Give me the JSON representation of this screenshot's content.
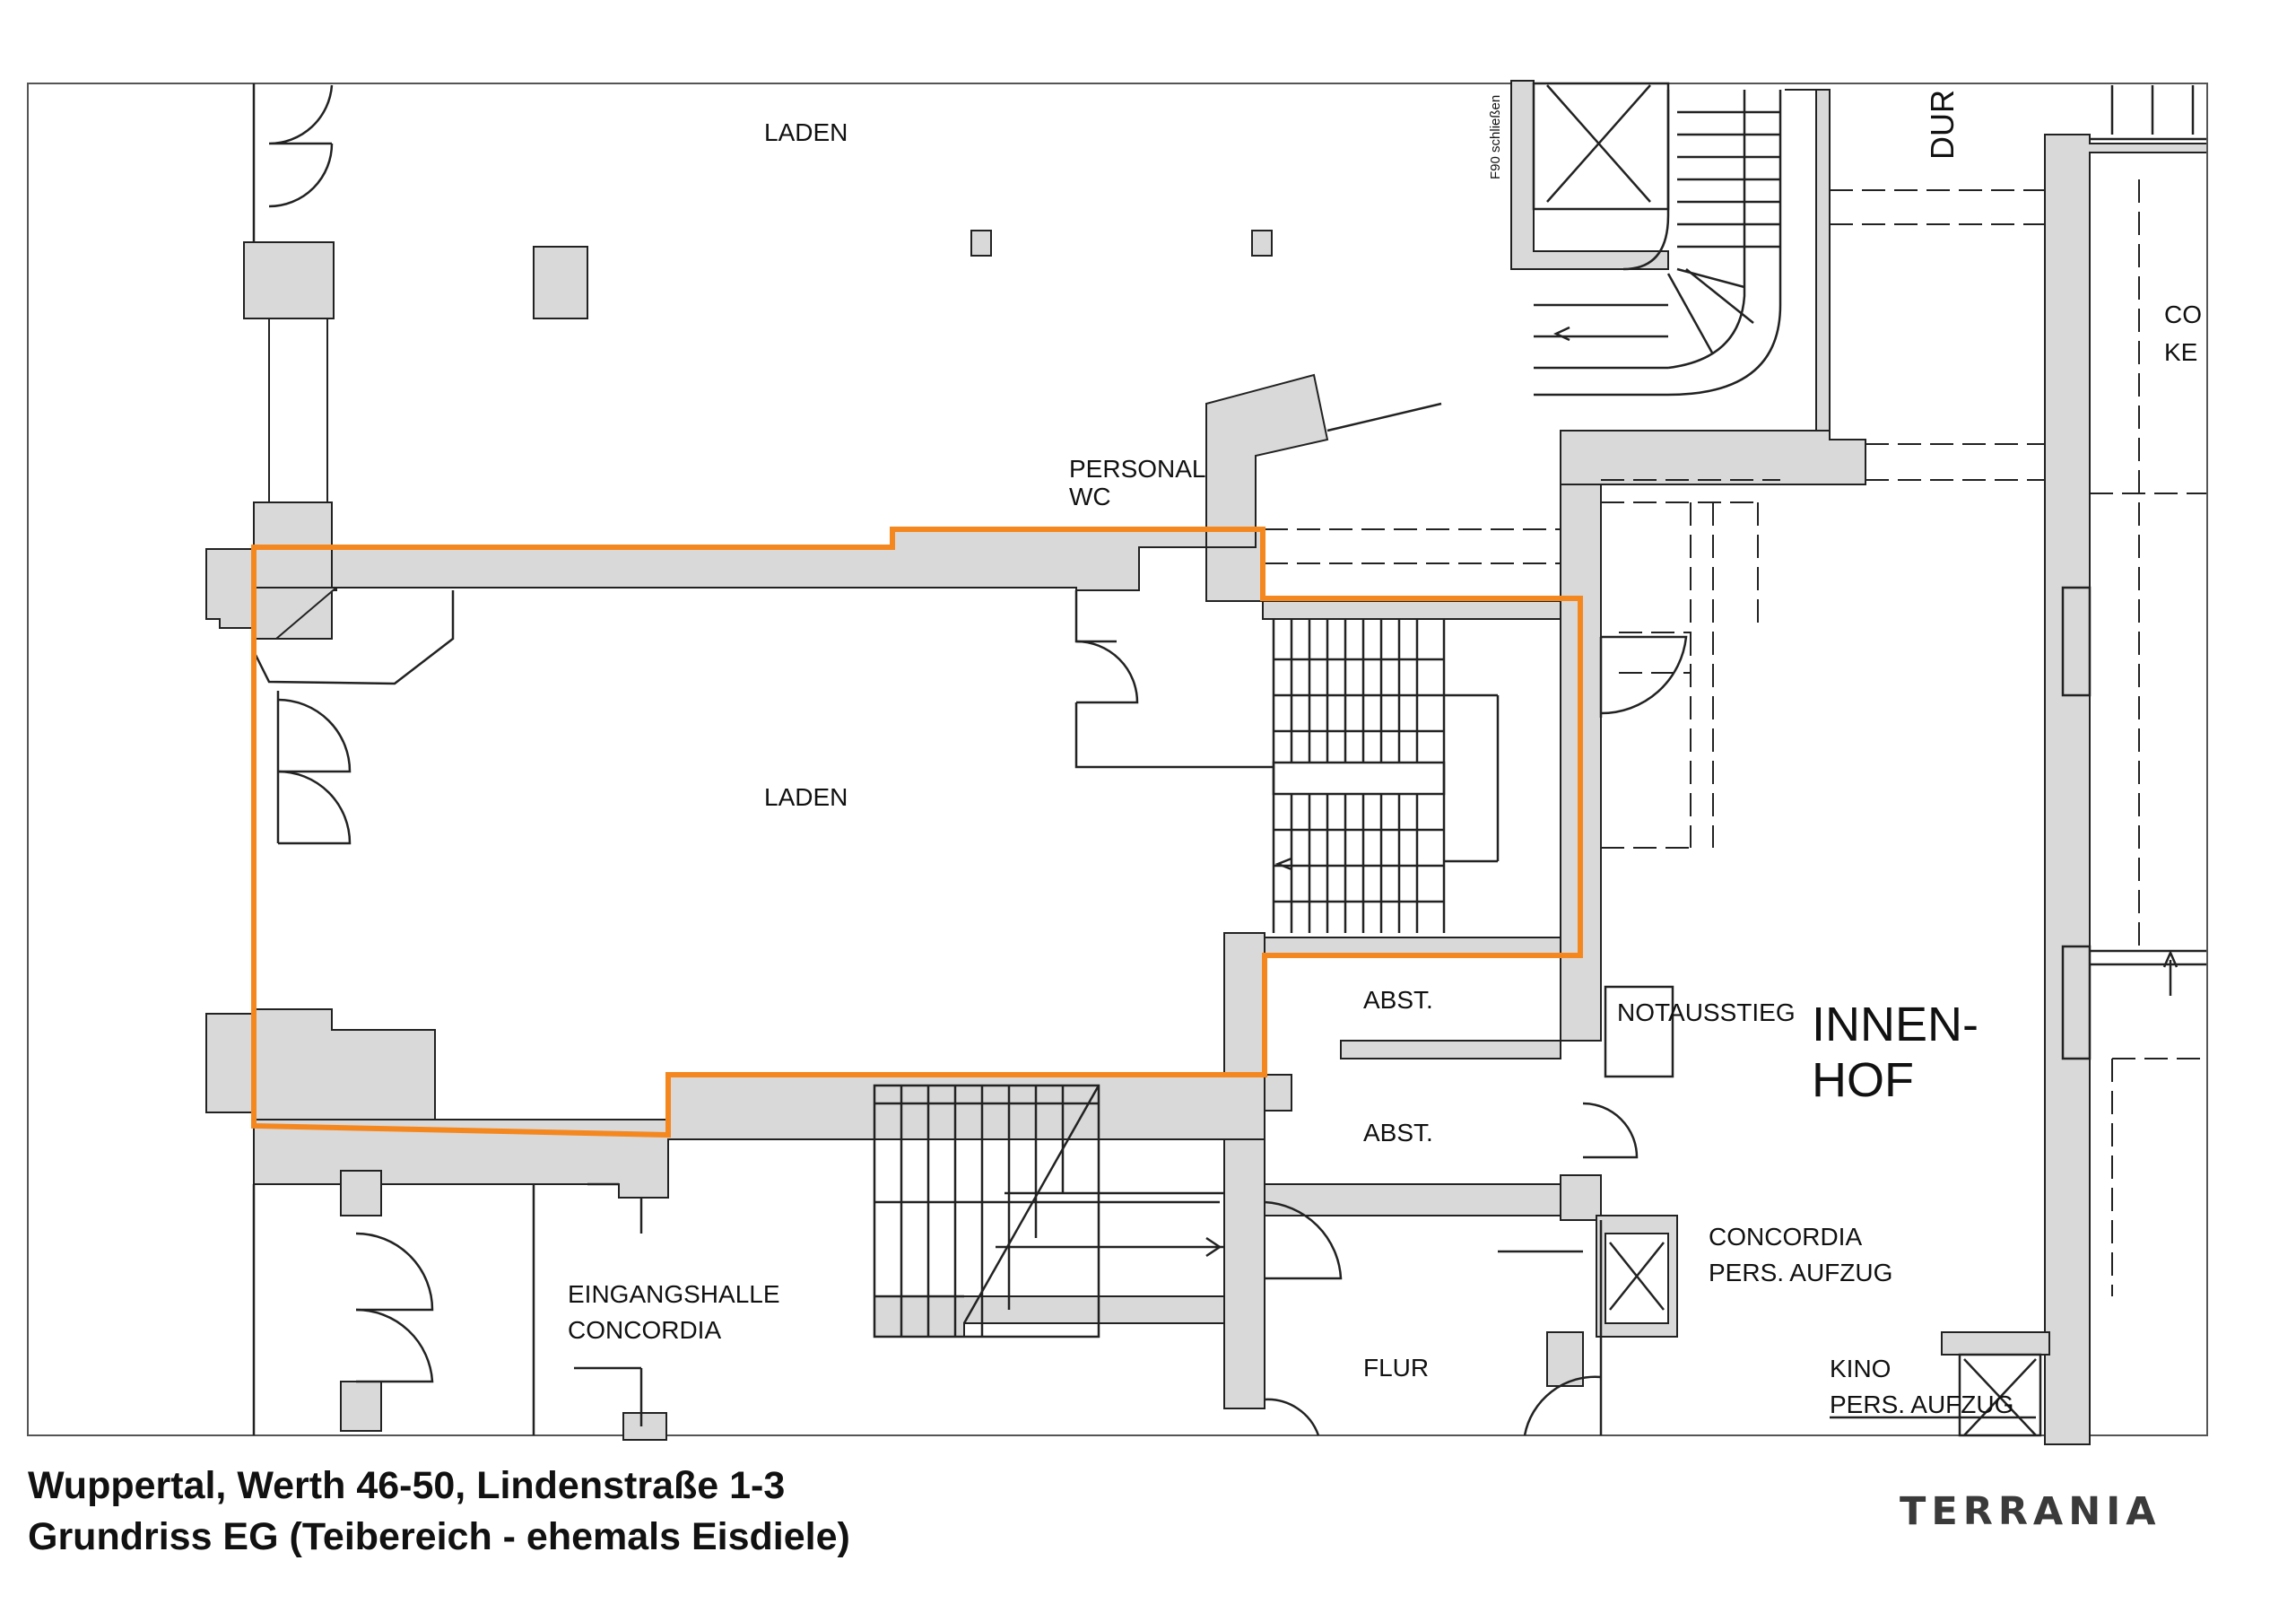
{
  "plan": {
    "rooms": {
      "laden_top": "LADEN",
      "laden_main": "LADEN",
      "personal_wc_1": "PERSONAL",
      "personal_wc_2": "WC",
      "abst_1": "ABST.",
      "abst_2": "ABST.",
      "notausstieg": "NOTAUSSTIEG",
      "innenhof_1": "INNEN-",
      "innenhof_2": "HOF",
      "concordia_lift_1": "CONCORDIA",
      "concordia_lift_2": "PERS. AUFZUG",
      "eingangshalle_1": "EINGANGSHALLE",
      "eingangshalle_2": "CONCORDIA",
      "flur": "FLUR",
      "kino_lift_1": "KINO",
      "kino_lift_2": "PERS. AUFZUG",
      "dur_cut": "DUR",
      "co_cut": "CO",
      "ke_cut": "KE",
      "f90_note": "F90 schließen"
    },
    "colors": {
      "wall": "#d9d9d9",
      "line": "#222222",
      "highlight": "#f5871f"
    }
  },
  "caption": {
    "line1": "Wuppertal, Werth 46-50, Lindenstraße 1-3",
    "line2": "Grundriss EG (Teibereich - ehemals Eisdiele)"
  },
  "brand": "TERRANIA"
}
